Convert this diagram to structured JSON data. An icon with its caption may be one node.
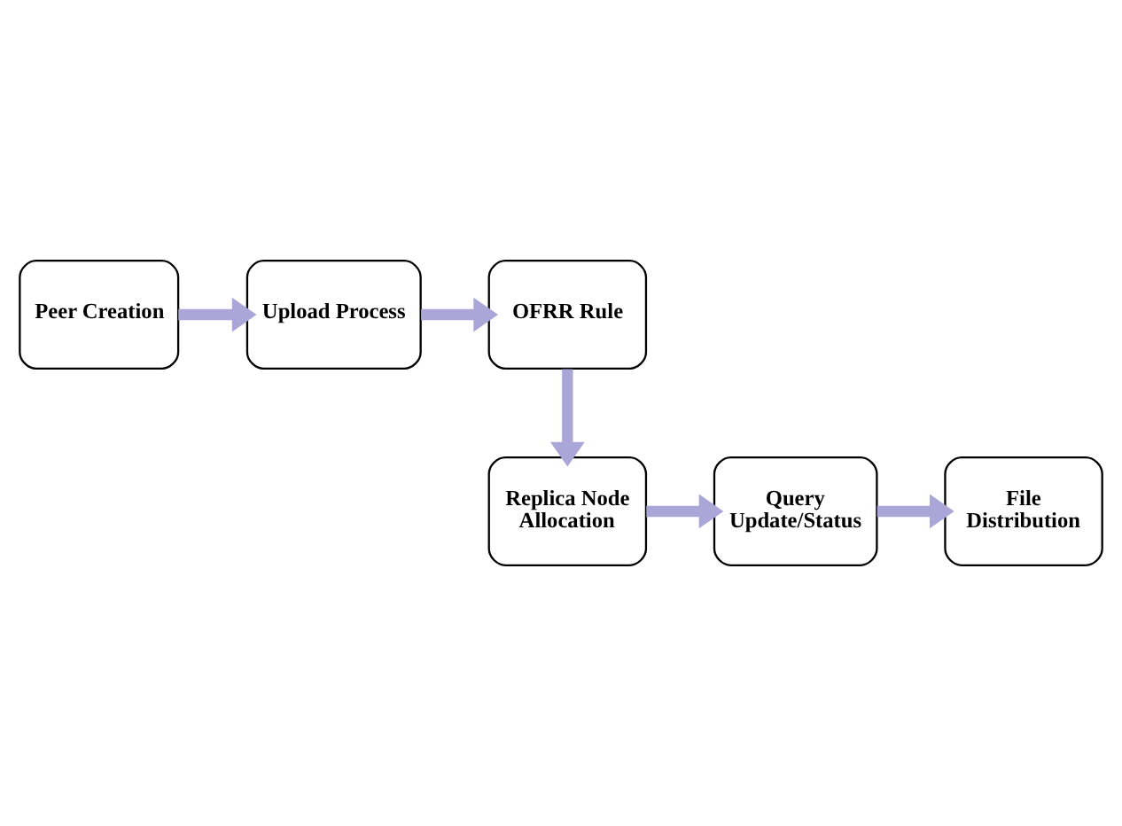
{
  "diagram": {
    "nodes": [
      {
        "text": [
          "Peer Creation"
        ]
      },
      {
        "text": [
          "Upload Process"
        ]
      },
      {
        "text": [
          "OFRR Rule"
        ]
      },
      {
        "text": [
          "Replica Node Allocation"
        ]
      },
      {
        "text": [
          "Query Update/Status"
        ]
      },
      {
        "text": [
          "File Distribution"
        ]
      }
    ],
    "edges": [
      {
        "from": 0,
        "to": 1,
        "arrow": "to"
      },
      {
        "from": 1,
        "to": 2,
        "arrow": "to"
      },
      {
        "from": 2,
        "to": 3,
        "arrow": "to"
      },
      {
        "from": 3,
        "to": 4,
        "arrow": "to"
      },
      {
        "from": 4,
        "to": 5,
        "arrow": "to"
      }
    ]
  }
}
